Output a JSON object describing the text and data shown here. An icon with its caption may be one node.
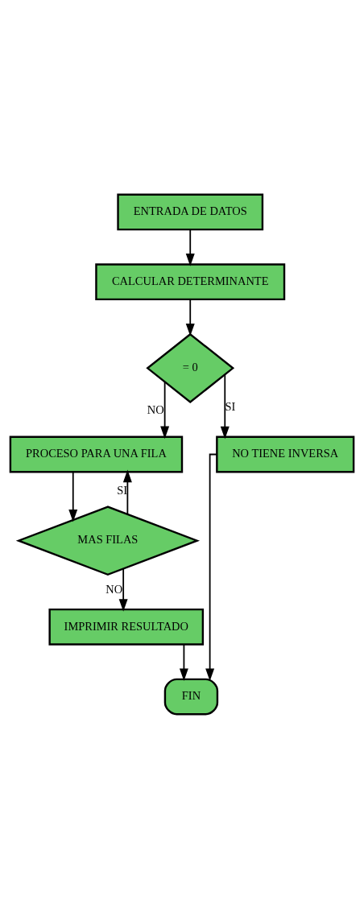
{
  "diagram": {
    "nodes": [
      {
        "text": [
          "ENTRADA DE DATOS"
        ]
      },
      {
        "text": [
          "CALCULAR DETERMINANTE"
        ]
      },
      {
        "text": [
          "= 0"
        ]
      },
      {
        "text": [
          "PROCESO PARA UNA FILA"
        ]
      },
      {
        "text": [
          "NO TIENE INVERSA"
        ]
      },
      {
        "text": [
          "MAS FILAS"
        ]
      },
      {
        "text": [
          "IMPRIMIR RESULTADO"
        ]
      },
      {
        "text": [
          "FIN"
        ]
      }
    ],
    "edges": [
      {
        "from": 0,
        "to": 1,
        "arrow": "to"
      },
      {
        "from": 1,
        "to": 2,
        "arrow": "to"
      },
      {
        "from": 2,
        "to": 3,
        "arrow": "to",
        "label": "NO"
      },
      {
        "from": 2,
        "to": 4,
        "arrow": "to",
        "label": "SI"
      },
      {
        "from": 3,
        "to": 5,
        "arrow": "to"
      },
      {
        "from": 5,
        "to": 3,
        "arrow": "to",
        "label": "SI"
      },
      {
        "from": 5,
        "to": 6,
        "arrow": "to",
        "label": "NO"
      },
      {
        "from": 6,
        "to": 7,
        "arrow": "to"
      },
      {
        "from": 4,
        "to": 7,
        "arrow": "to"
      }
    ]
  }
}
